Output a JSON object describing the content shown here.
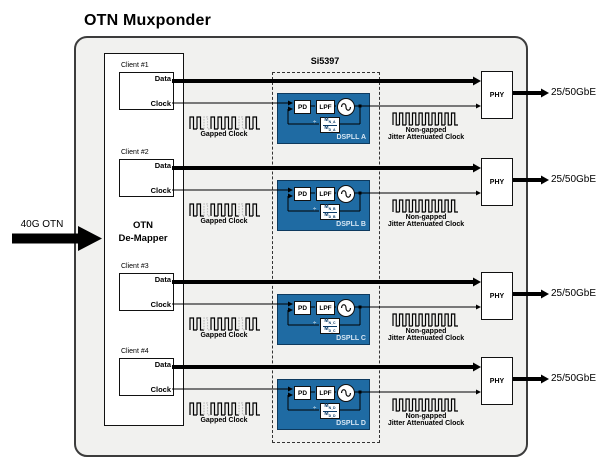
{
  "title": "OTN Muxponder",
  "input_label": "40G OTN",
  "demapper": {
    "line1": "OTN",
    "line2": "De-Mapper"
  },
  "chip_label": "Si5397",
  "shared": {
    "data_label": "Data",
    "clock_label": "Clock",
    "gapped_label": "Gapped Clock",
    "nongapped_line1": "Non-gapped",
    "nongapped_line2": "Jitter Attenuated Clock",
    "pd_label": "PD",
    "lpf_label": "LPF",
    "phy_label": "PHY",
    "output_label": "25/50GbE",
    "divider_base": "M",
    "divide_sign": "÷"
  },
  "rows": [
    {
      "client": "Client #1",
      "dspll": "DSPLL A",
      "div_num_sub": "N_A",
      "div_den_sub": "D_A"
    },
    {
      "client": "Client #2",
      "dspll": "DSPLL B",
      "div_num_sub": "N_B",
      "div_den_sub": "D_B"
    },
    {
      "client": "Client #3",
      "dspll": "DSPLL C",
      "div_num_sub": "N_C",
      "div_den_sub": "D_C"
    },
    {
      "client": "Client #4",
      "dspll": "DSPLL D",
      "div_num_sub": "N_D",
      "div_den_sub": "D_D"
    }
  ],
  "colors": {
    "dspll_blue": "#1f6ba3",
    "container_fill": "#f1f1ef",
    "gap_gray": "#c0c0c0",
    "line_black": "#000000"
  }
}
